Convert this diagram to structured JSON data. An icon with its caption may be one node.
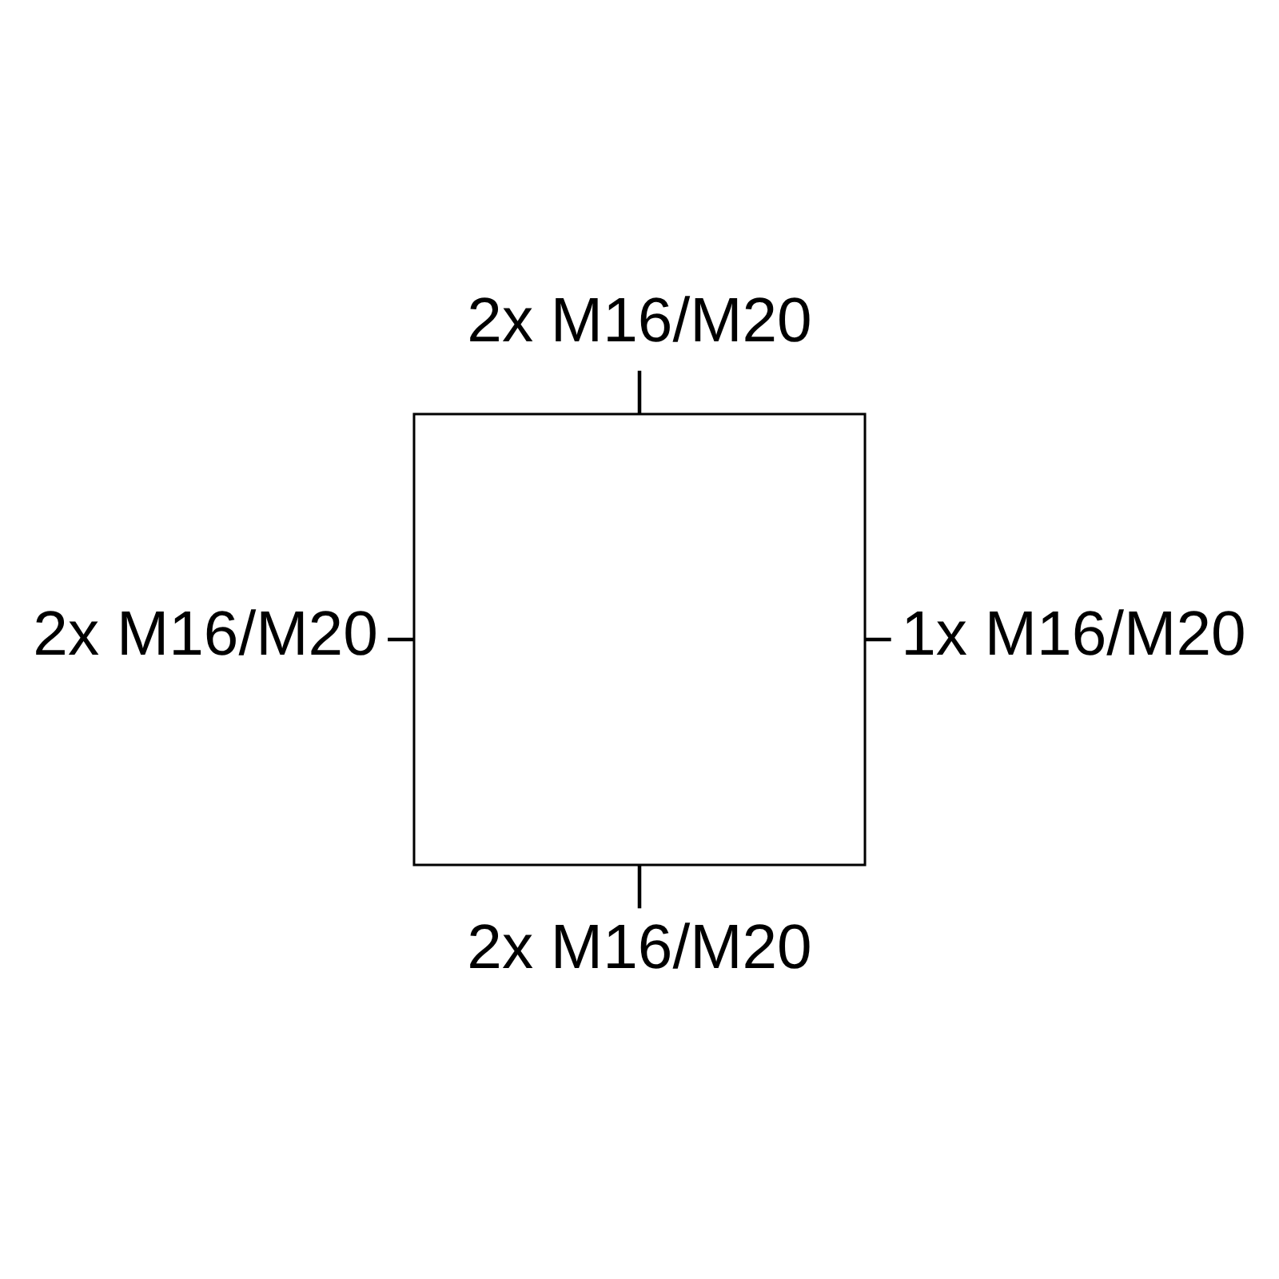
{
  "diagram": {
    "nodes": [
      {
        "text": [
          "2x M16/M20"
        ]
      },
      {
        "text": [
          "2x M16/M20"
        ]
      },
      {
        "text": [],
        "shape": "box"
      },
      {
        "text": [
          "1x M16/M20"
        ]
      },
      {
        "text": [
          "2x M16/M20"
        ]
      }
    ],
    "edges": [
      {
        "from": 0,
        "to": 2,
        "arrow": "none"
      },
      {
        "from": 1,
        "to": 2,
        "arrow": "none"
      },
      {
        "from": 2,
        "to": 3,
        "arrow": "none"
      },
      {
        "from": 2,
        "to": 4,
        "arrow": "none"
      }
    ]
  }
}
